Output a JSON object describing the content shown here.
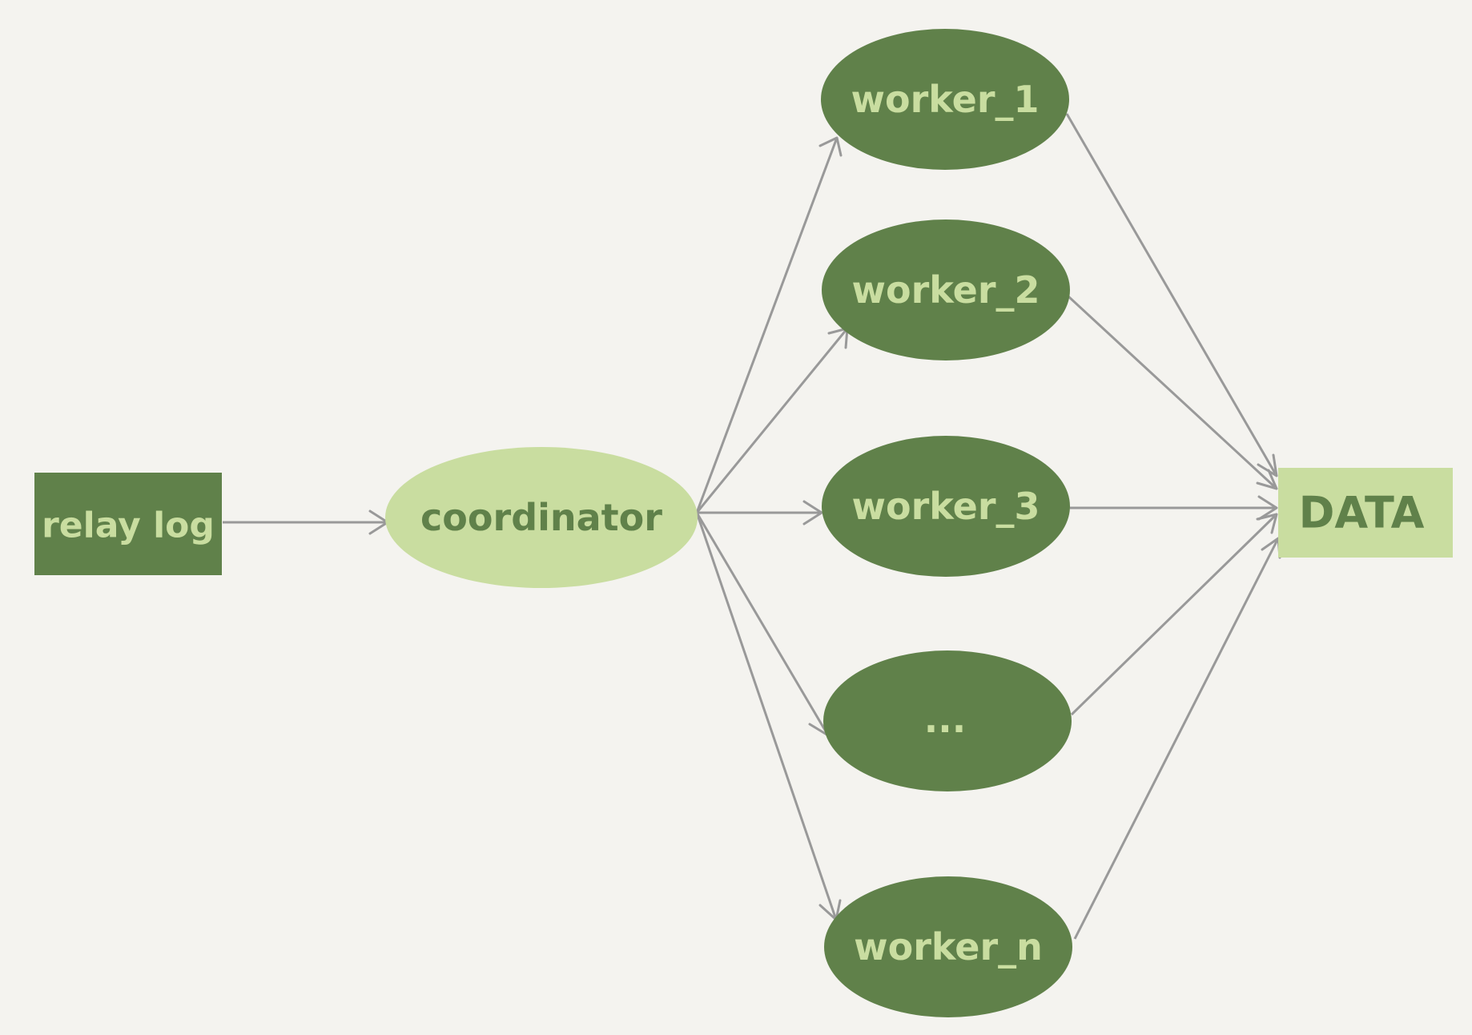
{
  "diagram": {
    "colors": {
      "background": "#f4f3ef",
      "dark_green": "#60814a",
      "light_green": "#c9dda0",
      "dark_text": "#60814a",
      "light_text": "#c9dda0",
      "edge": "#999999"
    },
    "nodes": {
      "relay_log": {
        "label": "relay log"
      },
      "coordinator": {
        "label": "coordinator"
      },
      "worker_1": {
        "label": "worker_1"
      },
      "worker_2": {
        "label": "worker_2"
      },
      "worker_3": {
        "label": "worker_3"
      },
      "worker_ellipsis": {
        "label": "..."
      },
      "worker_n": {
        "label": "worker_n"
      },
      "data": {
        "label": "DATA"
      }
    },
    "edges": [
      {
        "from": "relay_log",
        "to": "coordinator"
      },
      {
        "from": "coordinator",
        "to": "worker_1"
      },
      {
        "from": "coordinator",
        "to": "worker_2"
      },
      {
        "from": "coordinator",
        "to": "worker_3"
      },
      {
        "from": "coordinator",
        "to": "worker_ellipsis"
      },
      {
        "from": "coordinator",
        "to": "worker_n"
      },
      {
        "from": "worker_1",
        "to": "data"
      },
      {
        "from": "worker_2",
        "to": "data"
      },
      {
        "from": "worker_3",
        "to": "data"
      },
      {
        "from": "worker_ellipsis",
        "to": "data"
      },
      {
        "from": "worker_n",
        "to": "data"
      }
    ]
  }
}
